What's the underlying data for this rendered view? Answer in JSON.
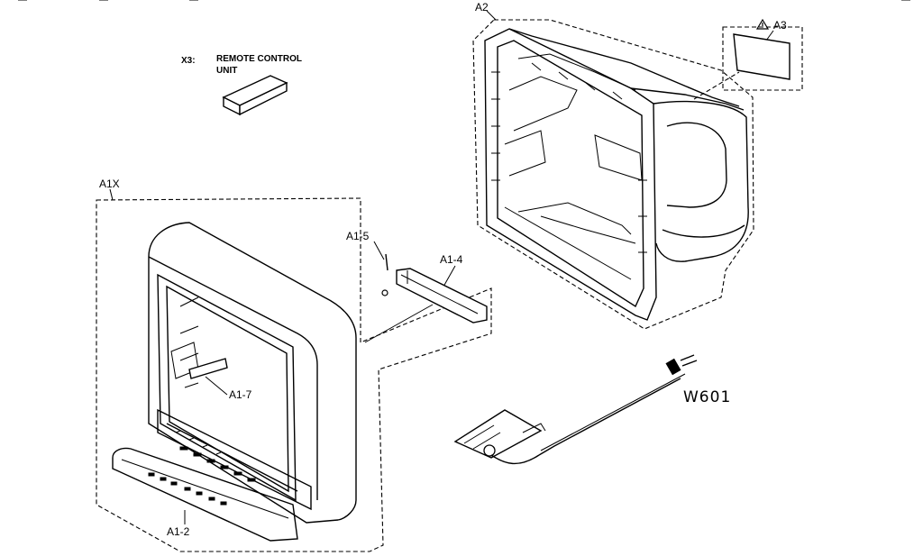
{
  "labels": {
    "x3": "X3:",
    "remote_line1": "REMOTE CONTROL",
    "remote_line2": "UNIT",
    "a2": "A2",
    "a3": "A3",
    "a1x": "A1X",
    "a1_5": "A1-5",
    "a1_4": "A1-4",
    "a1_7": "A1-7",
    "a1_2": "A1-2",
    "w601": "W601"
  },
  "icons": {
    "warning": "warning-triangle-icon"
  }
}
